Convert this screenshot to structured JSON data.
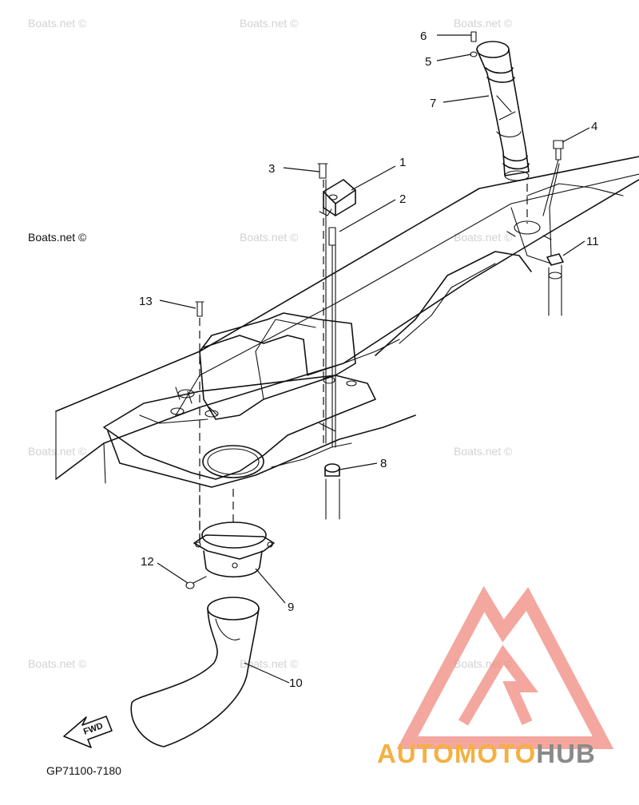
{
  "diagram": {
    "part_code": "GP71100-7180",
    "fwd_label": "FWD",
    "watermark_text": "Boats.net ©",
    "callouts": [
      "1",
      "2",
      "3",
      "4",
      "5",
      "6",
      "7",
      "8",
      "9",
      "10",
      "11",
      "12",
      "13"
    ]
  },
  "logo": {
    "auto": "AUTO",
    "moto": "MOTO",
    "hub": "HUB",
    "accent_color": "#f08a7e",
    "orange_color": "#f5b041",
    "gray_color": "#8a8a8a"
  }
}
